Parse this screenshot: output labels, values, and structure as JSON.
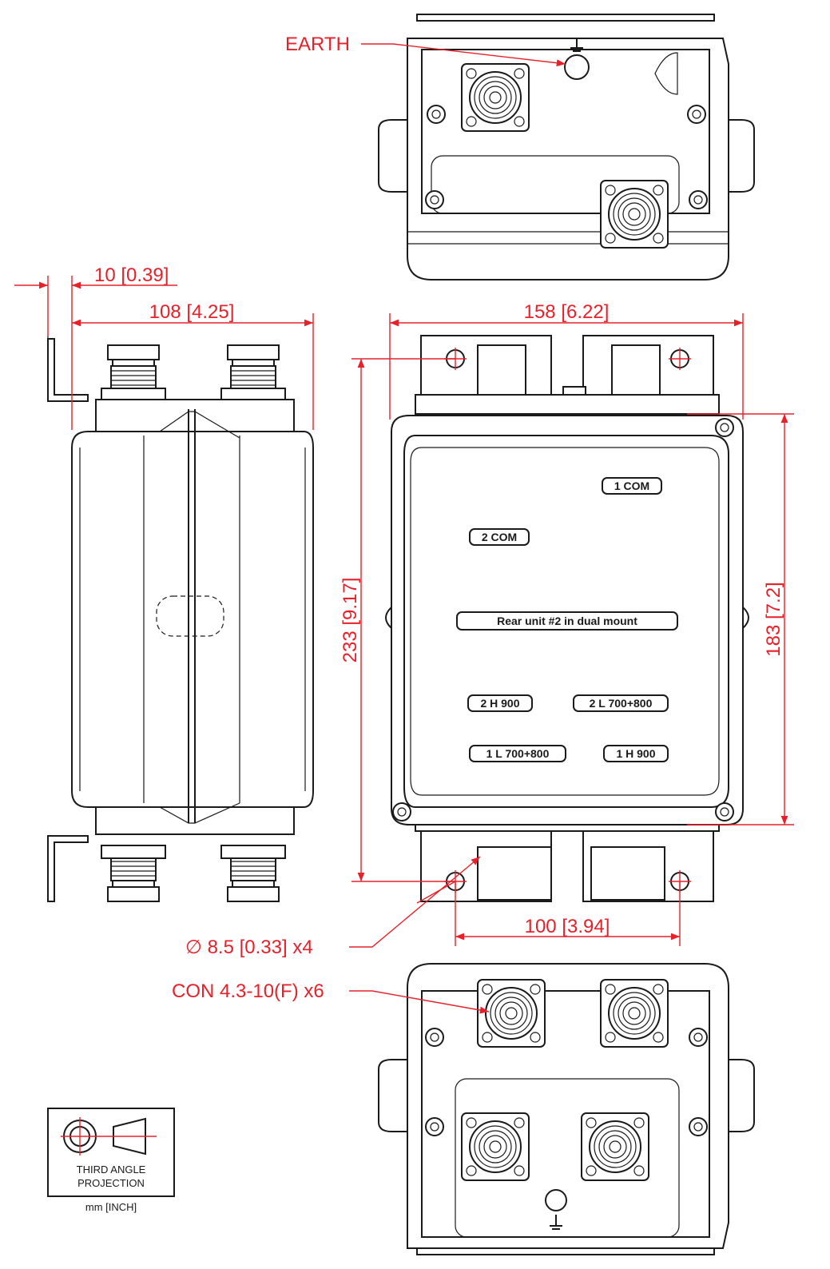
{
  "callouts": {
    "earth": "EARTH",
    "hole": "∅ 8.5 [0.33]  x4",
    "connector": "CON 4.3-10(F) x6"
  },
  "dimensions": {
    "side_offset": "10 [0.39]",
    "side_width": "108 [4.25]",
    "front_width": "158 [6.22]",
    "overall_height": "233 [9.17]",
    "body_height": "183 [7.2]",
    "hole_spacing": "100 [3.94]"
  },
  "port_labels": {
    "com1": "1 COM",
    "com2": "2 COM",
    "rear_note": "Rear unit #2 in dual mount",
    "h2": "2 H 900",
    "l2": "2 L 700+800",
    "l1": "1 L 700+800",
    "h1": "1 H 900"
  },
  "projection": {
    "line1": "THIRD ANGLE",
    "line2": "PROJECTION",
    "units": "mm [INCH]"
  },
  "colors": {
    "dimension": "#e8202a",
    "outline": "#1a1a1a"
  }
}
